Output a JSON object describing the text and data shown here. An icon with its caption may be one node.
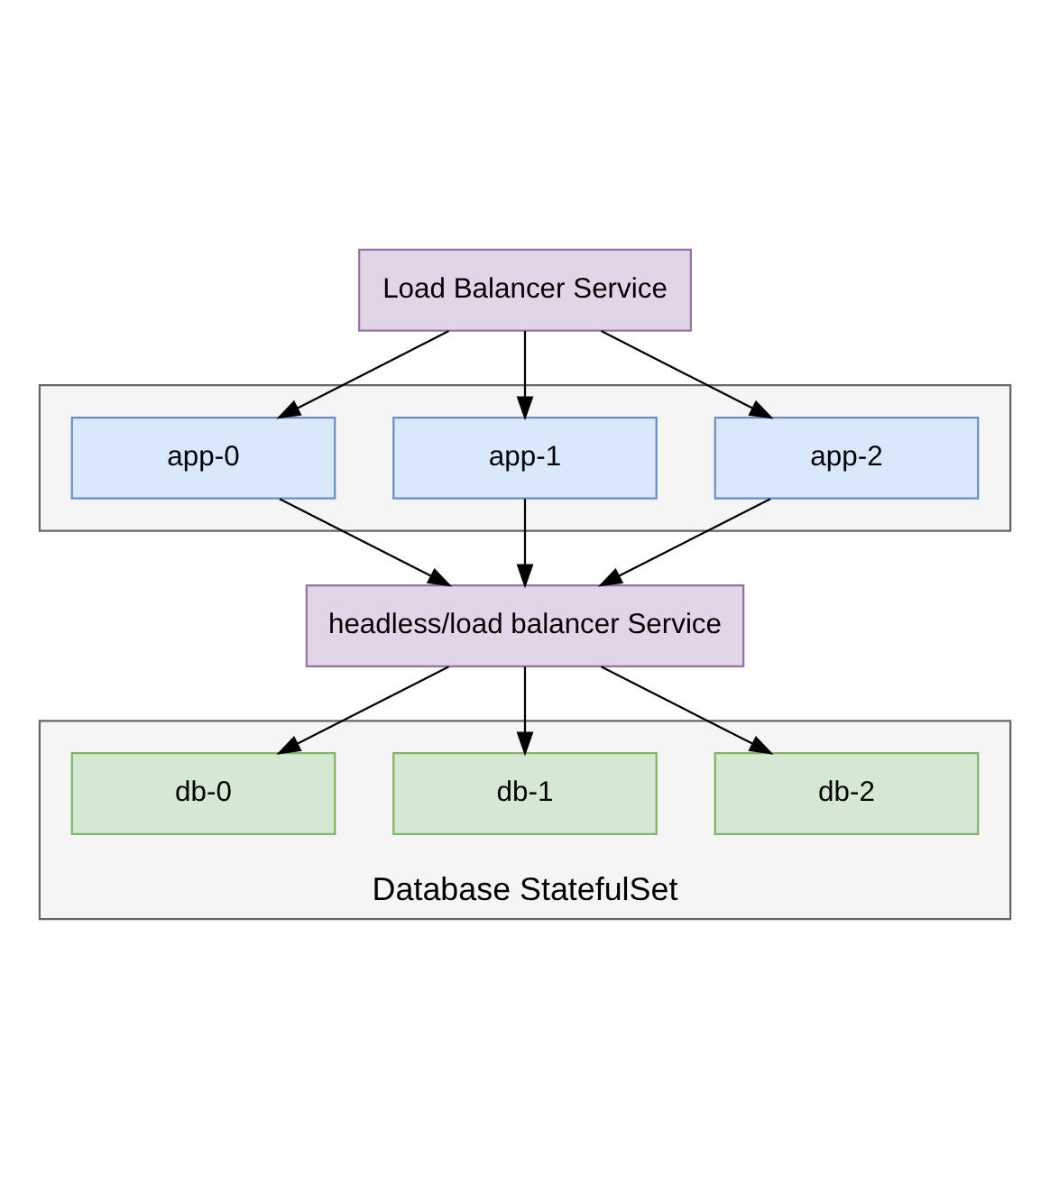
{
  "diagram": {
    "nodes": [
      {
        "text": [
          "Load Balancer Service"
        ]
      },
      {
        "text": [],
        "shape": "box"
      },
      {
        "text": [
          "app-0"
        ],
        "in": 1
      },
      {
        "text": [
          "app-1"
        ],
        "in": 1
      },
      {
        "text": [
          "app-2"
        ],
        "in": 1
      },
      {
        "text": [
          "headless/load balancer Service"
        ]
      },
      {
        "text": [
          "Database StatefulSet"
        ]
      },
      {
        "text": [
          "db-0"
        ],
        "in": 6
      },
      {
        "text": [
          "db-1"
        ],
        "in": 6
      },
      {
        "text": [
          "db-2"
        ],
        "in": 6
      }
    ],
    "edges": [
      {
        "from": 0,
        "to": 2,
        "arrow": "to"
      },
      {
        "from": 0,
        "to": 3,
        "arrow": "to"
      },
      {
        "from": 0,
        "to": 4,
        "arrow": "to"
      },
      {
        "from": 2,
        "to": 5,
        "arrow": "to"
      },
      {
        "from": 3,
        "to": 5,
        "arrow": "to"
      },
      {
        "from": 4,
        "to": 5,
        "arrow": "to"
      },
      {
        "from": 5,
        "to": 7,
        "arrow": "to"
      },
      {
        "from": 5,
        "to": 8,
        "arrow": "to"
      },
      {
        "from": 5,
        "to": 9,
        "arrow": "to"
      }
    ]
  }
}
